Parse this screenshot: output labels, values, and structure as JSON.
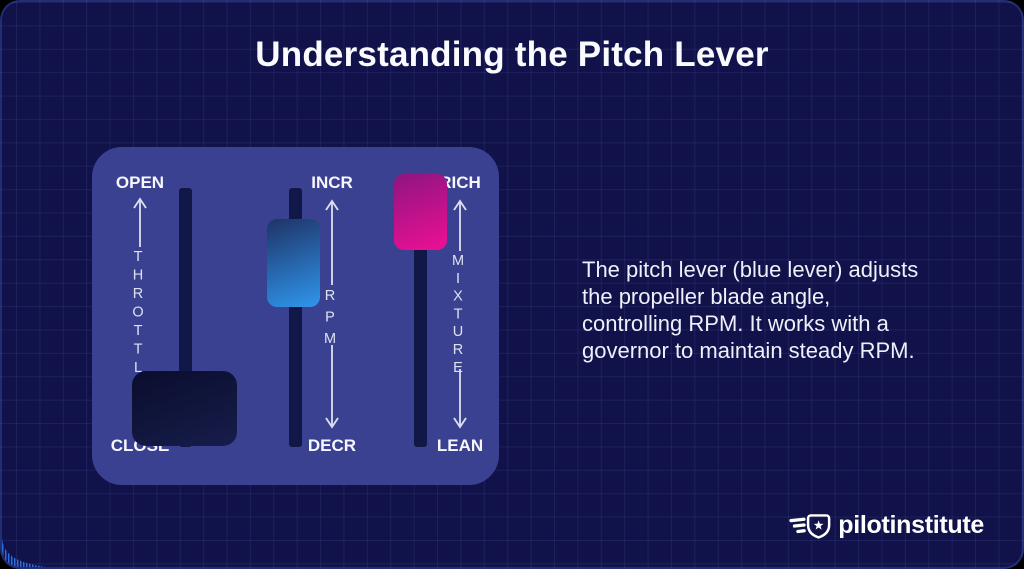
{
  "title": "Understanding the Pitch Lever",
  "description": {
    "lines": [
      "The pitch lever (blue lever) adjusts",
      "the propeller blade angle,",
      "controlling RPM. It works with a",
      "governor to maintain steady RPM."
    ]
  },
  "lever_panel": {
    "sliders": [
      {
        "name": "throttle",
        "top_label": "OPEN",
        "bottom_label": "CLOSE",
        "axis_label": "THROTTLE",
        "knob_position": "bottom",
        "arrow_style": "up-only",
        "knob_gradient": [
          "#0a0d2d",
          "#171d4b"
        ]
      },
      {
        "name": "rpm",
        "top_label": "INCR",
        "bottom_label": "DECR",
        "axis_label": "RPM",
        "knob_position": "upper-middle",
        "arrow_style": "double",
        "knob_gradient": [
          "#1e3365",
          "#2f96ee"
        ]
      },
      {
        "name": "mixture",
        "top_label": "RICH",
        "bottom_label": "LEAN",
        "axis_label": "MIXTURE",
        "knob_position": "top",
        "arrow_style": "double",
        "knob_gradient": [
          "#8e1580",
          "#ee0f94"
        ]
      }
    ]
  },
  "logo": {
    "text": "pilotinstitute",
    "icon": "winged-shield-star-icon"
  },
  "colors": {
    "background": "#12124a",
    "grid_line": "#687cde",
    "panel": "#3b4191",
    "track": "#111848",
    "title_text": "#fafbff",
    "body_text": "#eef0fb",
    "pitch_lever_blue": "#2f96ee",
    "mixture_lever_pink": "#ee0f94",
    "throttle_lever_dark": "#0a0d2d",
    "corner_decoration_blue": "#2b6fe0"
  }
}
